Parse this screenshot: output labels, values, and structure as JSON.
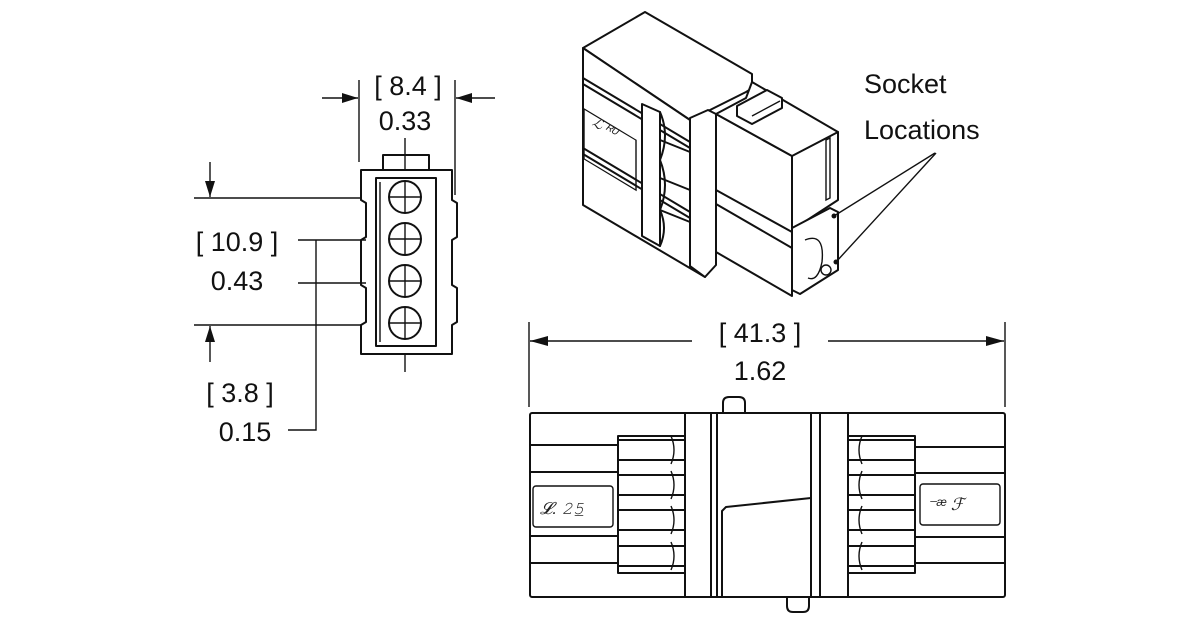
{
  "drawing": {
    "subject": "4-position connector housing",
    "views": [
      "end-view",
      "isometric-view",
      "top-view"
    ]
  },
  "dimensions": {
    "width": {
      "metric": "[ 8.4 ]",
      "imperial": "0.33"
    },
    "height": {
      "metric": "[ 10.9 ]",
      "imperial": "0.43"
    },
    "pitch": {
      "metric": "[ 3.8 ]",
      "imperial": "0.15"
    },
    "length": {
      "metric": "[ 41.3 ]",
      "imperial": "1.62"
    }
  },
  "callouts": {
    "socket_locations": {
      "line1": "Socket",
      "line2": "Locations"
    }
  },
  "end_view": {
    "socket_count": 4
  },
  "colors": {
    "line": "#111111",
    "background": "#ffffff"
  }
}
